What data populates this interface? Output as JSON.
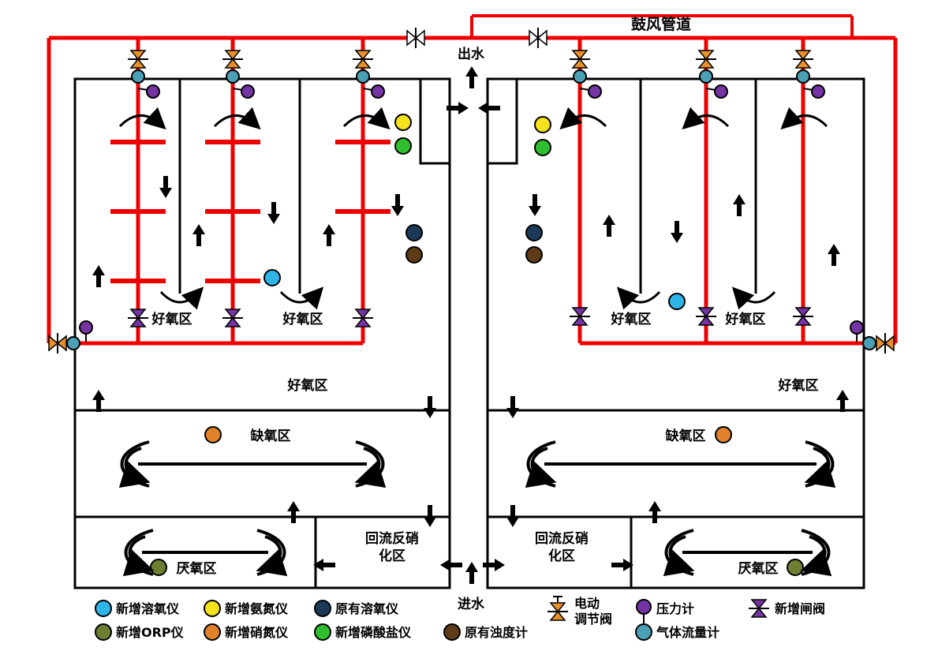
{
  "labels": {
    "blower_pipeline": "鼓风管道",
    "outflow": "出水",
    "inflow": "进水",
    "aerobic_zone": "好氧区",
    "anoxic_zone": "缺氧区",
    "anaerobic_zone": "厌氧区",
    "return_denit_l1": "回流反硝",
    "return_denit_l2": "化区"
  },
  "legend": {
    "items": [
      {
        "label": "新增溶氧仪",
        "color": "#2FB4E8"
      },
      {
        "label": "新增氨氮仪",
        "color": "#F5E21C"
      },
      {
        "label": "原有溶氧仪",
        "color": "#1C3A57"
      },
      {
        "label_l1": "电动",
        "label_l2": "调节阀",
        "color": "#E8912C"
      },
      {
        "label": "压力计",
        "color": "#7434A4"
      },
      {
        "label": "新增闸阀",
        "color": "#7434A4"
      },
      {
        "label": "新增ORP仪",
        "color": "#6E7F33"
      },
      {
        "label": "新增硝氮仪",
        "color": "#E0812B"
      },
      {
        "label": "新增磷酸盐仪",
        "color": "#2EBE2E"
      },
      {
        "label": "原有浊度计",
        "color": "#5F3A17"
      },
      {
        "label": "气体流量计",
        "color": "#4BA0B5"
      }
    ]
  },
  "colors": {
    "red": "#EE0000",
    "valve": "#E8912C",
    "purple": "#7434A4",
    "teal": "#4BA0B5",
    "cyan": "#2FB4E8",
    "yellow": "#F5E21C",
    "navy": "#1C3A57",
    "green": "#2EBE2E",
    "olive": "#6E7F33",
    "orange": "#E0812B",
    "brown": "#5F3A17"
  }
}
